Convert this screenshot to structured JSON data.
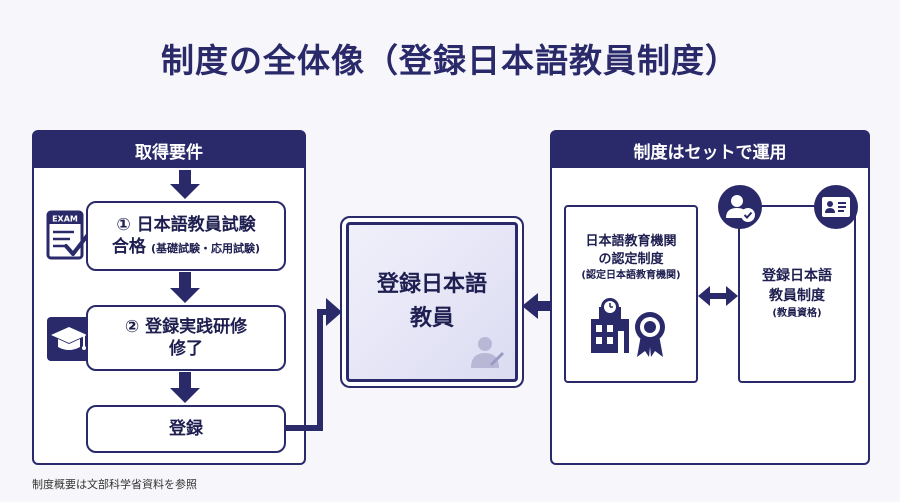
{
  "title": "制度の全体像（登録日本語教員制度）",
  "left_panel": {
    "header": "取得要件",
    "steps": [
      {
        "main": "① 日本語教員試験",
        "main2": "合格",
        "sub": "(基礎試験・応用試験)",
        "icon": "exam-checklist-icon",
        "icon_label": "EXAM"
      },
      {
        "main": "② 登録実践研修",
        "main2": "修了",
        "icon": "graduation-cap-icon"
      },
      {
        "main": "登録"
      }
    ]
  },
  "center": {
    "line1": "登録日本語",
    "line2": "教員",
    "icon": "person-writing-icon"
  },
  "right_panel": {
    "header": "制度はセットで運用",
    "institution": {
      "line1": "日本語教育機関",
      "line2": "の認定制度",
      "sub": "(認定日本語教育機関)",
      "icon": "school-building-award-icon"
    },
    "teacher": {
      "line1": "登録日本語",
      "line2": "教員制度",
      "sub": "(教員資格)",
      "icons": [
        "verified-user-icon",
        "id-card-icon"
      ]
    }
  },
  "footnote": "制度概要は文部科学省資料を参照",
  "colors": {
    "navy": "#2a2a6a",
    "background": "#f7f7fb"
  }
}
